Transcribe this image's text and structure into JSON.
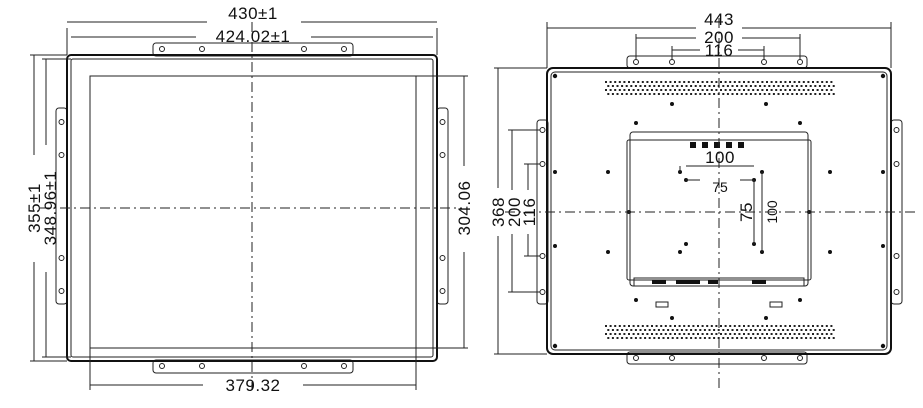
{
  "front_view": {
    "dims": {
      "overall_width": "430±1",
      "inner_width": "424.02±1",
      "active_width": "379.32",
      "overall_height": "355±1",
      "inner_height": "348.96±1",
      "active_height": "304.06"
    }
  },
  "rear_view": {
    "dims": {
      "overall_width": "443",
      "hole_span_200": "200",
      "hole_span_116": "116",
      "overall_height": "368",
      "height_200": "200",
      "height_116": "116",
      "vesa_100_h": "100",
      "vesa_75_h": "75",
      "vesa_75_v": "75",
      "vesa_100_v": "100"
    }
  }
}
